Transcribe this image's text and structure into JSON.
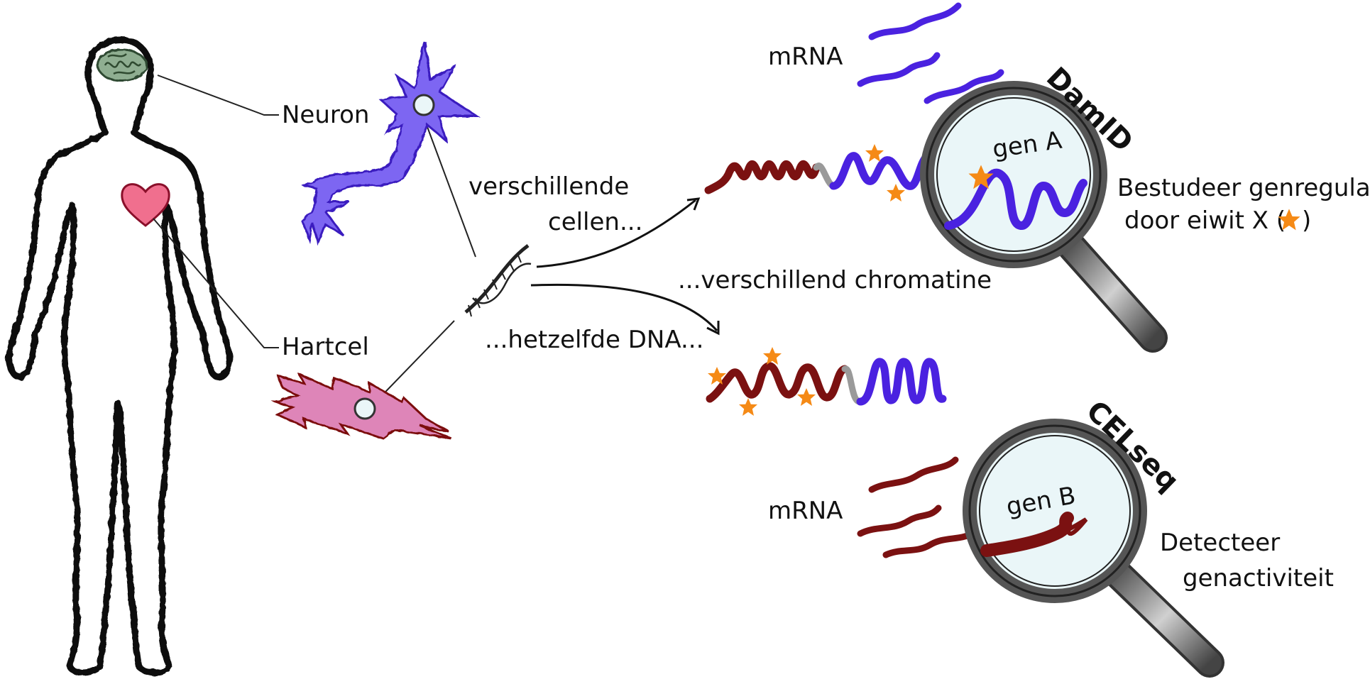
{
  "labels": {
    "neuron": "Neuron",
    "heart_cell": "Hartcel",
    "different_cells_1": "verschillende",
    "different_cells_2": "cellen...",
    "same_dna": "...hetzelfde DNA...",
    "different_chromatin": "...verschillend chromatine",
    "mrna_top": "mRNA",
    "mrna_bottom": "mRNA",
    "gene_a": "gen A",
    "gene_b": "gen B",
    "damid": "DamID",
    "celseq": "CELseq",
    "study_1": "Bestudeer genregulatie",
    "study_2": "door eiwit X (",
    "study_2_end": ")",
    "detect_1": "Detecteer",
    "detect_2": "genactiviteit"
  },
  "colors": {
    "outline": "#111111",
    "brain": "#8fae91",
    "heart": "#f06f8e",
    "neuron": "#7d66f2",
    "muscle_cell": "#de85b8",
    "dark_red": "#7b1111",
    "blue": "#4a22e0",
    "orange_star": "#f58a16",
    "lens": "#eaf6f8"
  }
}
